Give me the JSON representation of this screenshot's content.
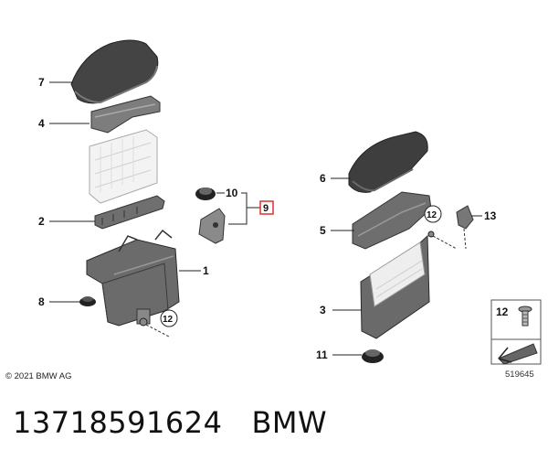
{
  "callouts": {
    "c7": "7",
    "c4": "4",
    "c2": "2",
    "c1": "1",
    "c8": "8",
    "c10": "10",
    "c9": "9",
    "c12a": "12",
    "c6": "6",
    "c5": "5",
    "c3": "3",
    "c11": "11",
    "c12b": "12",
    "c13": "13",
    "c12key": "12"
  },
  "colors": {
    "part_dark": "#4a4a4a",
    "part_mid": "#8a8a8a",
    "part_light": "#d8d8d8",
    "highlight_box": "#e0302a"
  },
  "footer": {
    "copyright": "© 2021 BMW AG",
    "ref_number": "519645",
    "caption_part": "13718591624",
    "caption_brand": "BMW"
  }
}
